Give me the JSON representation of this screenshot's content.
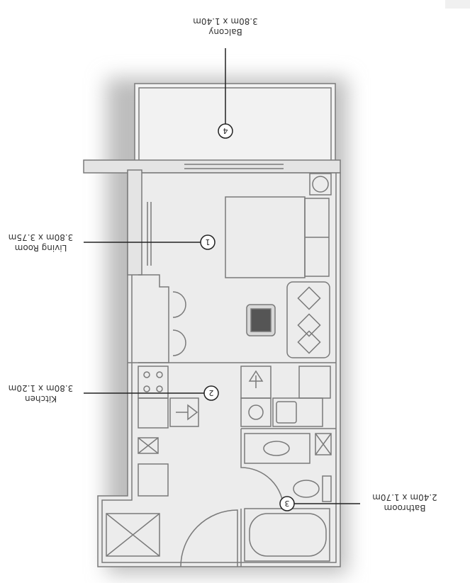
{
  "rooms": [
    {
      "number": "1",
      "name": "Living Room",
      "size": "3.80m x 3.75m"
    },
    {
      "number": "2",
      "name": "Kitchen",
      "size": "3.80m x 1.20m"
    },
    {
      "number": "3",
      "name": "Bathroom",
      "size": "2.40m x 1.70m"
    },
    {
      "number": "4",
      "name": "Balcony",
      "size": "3.80m x 1.40m"
    }
  ],
  "colors": {
    "floor": "#ececec",
    "wall": "#7a7a7a",
    "text": "#333333"
  }
}
